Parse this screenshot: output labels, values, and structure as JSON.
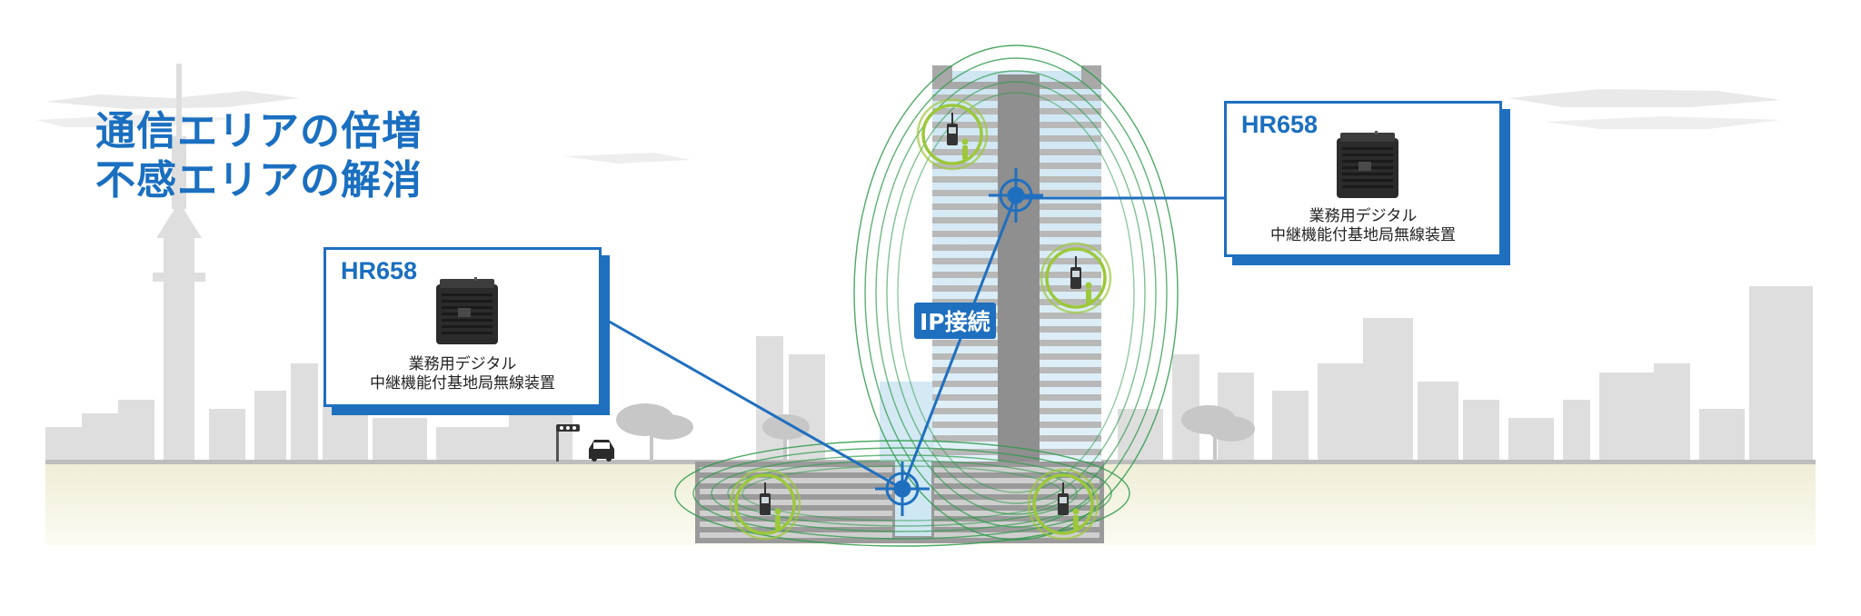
{
  "headline": {
    "line1": "通信エリアの倍増",
    "line2": "不感エリアの解消"
  },
  "ip_connection_label": "IP接続",
  "repeater_left": {
    "model": "HR658",
    "desc_line1": "業務用デジタル",
    "desc_line2": "中継機能付基地局無線装置"
  },
  "repeater_right": {
    "model": "HR658",
    "desc_line1": "業務用デジタル",
    "desc_line2": "中継機能付基地局無線装置"
  },
  "colors": {
    "brand_blue": "#1f6fbf",
    "coverage_green": "#2e9a4a",
    "radio_zone_lime": "#9cc83a",
    "city_gray": "#dcdcdc",
    "ground": "#f7f6e8"
  },
  "icons": [
    "radio-handset-icon",
    "person-icon",
    "antenna-target-icon",
    "traffic-light-icon",
    "car-icon",
    "tree-icon"
  ]
}
